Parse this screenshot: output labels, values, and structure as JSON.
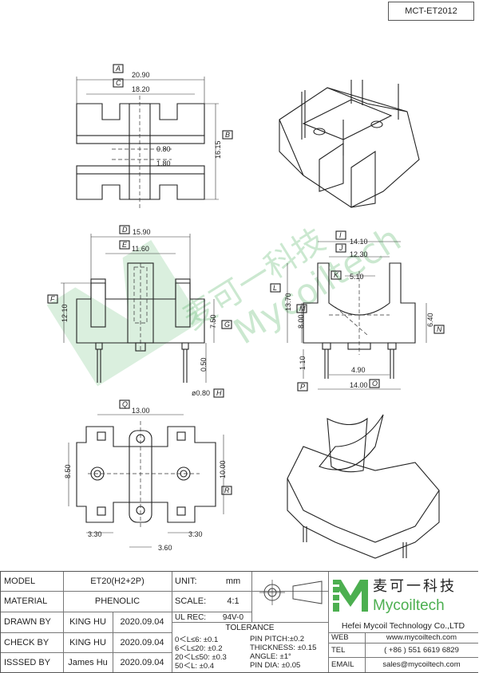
{
  "drawing_no": "MCT-ET2012",
  "watermark": {
    "cn": "麦可一科技",
    "en": "Mycoiltech",
    "color": "#6cc07a"
  },
  "dims": {
    "top": {
      "a": "20.90",
      "c": "18.20",
      "b": "16.15",
      "gap1": "0.80",
      "gap2": "1.80"
    },
    "front": {
      "d": "15.90",
      "e": "11.60",
      "f": "12.10",
      "g": "7.50",
      "p": "0.50",
      "h": "ø0.80"
    },
    "side": {
      "i": "14.10",
      "j": "12.30",
      "k": "5.10",
      "l": "13.70",
      "m": "8.00",
      "n": "6.40",
      "pin": "4.90",
      "p": "1.10",
      "o": "14.00"
    },
    "bottom": {
      "q": "13.00",
      "v1": "8.50",
      "v2": "10.00",
      "s1": "3.30",
      "s2": "3.30",
      "s3": "3.60"
    }
  },
  "letters": {
    "A": "A",
    "B": "B",
    "C": "C",
    "D": "D",
    "E": "E",
    "F": "F",
    "G": "G",
    "H": "H",
    "I": "I",
    "J": "J",
    "K": "K",
    "L": "L",
    "M": "M",
    "N": "N",
    "O": "O",
    "P": "P",
    "Q": "Q",
    "R": "R"
  },
  "titleblock": {
    "model_label": "MODEL",
    "model": "ET20(H2+2P)",
    "material_label": "MATERIAL",
    "material": "PHENOLIC",
    "drawn_label": "DRAWN BY",
    "drawn": "KING HU",
    "drawn_date": "2020.09.04",
    "check_label": "CHECK BY",
    "check": "KING HU",
    "check_date": "2020.09.04",
    "issued_label": "ISSSED BY",
    "issued": "James Hu",
    "issued_date": "2020.09.04",
    "unit_label": "UNIT:",
    "unit": "mm",
    "scale_label": "SCALE:",
    "scale": "4:1",
    "ulrec_label": "UL REC:",
    "ulrec": "94V-0",
    "tol_title": "TOLERANCE",
    "tol_left": [
      "0＜L≤6: ±0.1",
      "6＜L≤20: ±0.2",
      "20＜L≤50: ±0.3",
      "50＜L: ±0.4"
    ],
    "tol_right": [
      "PIN PITCH:±0.2",
      "THICKNESS: ±0.15",
      "ANGLE: ±1°",
      "PIN DIA: ±0.05"
    ],
    "logo_cn": "麦可一科技",
    "logo_en": "Mycoiltech",
    "company": "Hefei Mycoil Technology Co.,LTD",
    "web_label": "WEB",
    "web": "www.mycoiltech.com",
    "tel_label": "TEL",
    "tel": "( +86 ) 551 6619 6829",
    "email_label": "EMAIL",
    "email": "sales@mycoiltech.com"
  }
}
